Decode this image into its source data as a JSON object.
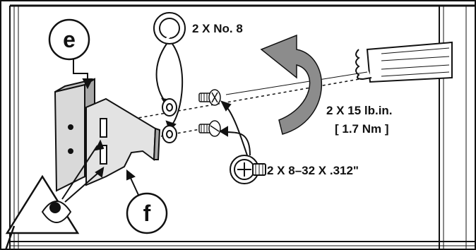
{
  "callouts": {
    "washer_label": "2 X No. 8",
    "torque_label": "2 X 15 lb.in.",
    "torque_metric": "[ 1.7 Nm ]",
    "screw_label": "2 X 8–32 X .312\""
  },
  "badges": {
    "bracket_e": "e",
    "bracket_f": "f"
  },
  "colors": {
    "line": "#111111",
    "metal": "#d9d9d9",
    "metal_dark": "#a8a8a8",
    "arrow_gray": "#8c8c8c"
  }
}
